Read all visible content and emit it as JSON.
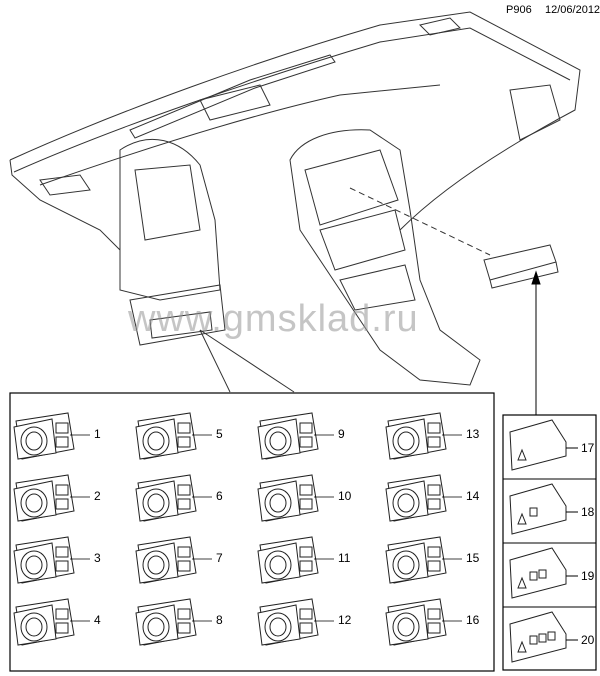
{
  "header": {
    "code": "P906",
    "date": "12/06/2012"
  },
  "watermark": "www.gmsklad.ru",
  "switch_labels": [
    "1",
    "2",
    "3",
    "4",
    "5",
    "6",
    "7",
    "8",
    "9",
    "10",
    "11",
    "12",
    "13",
    "14",
    "15",
    "16"
  ],
  "panel_labels": [
    "17",
    "18",
    "19",
    "20"
  ]
}
